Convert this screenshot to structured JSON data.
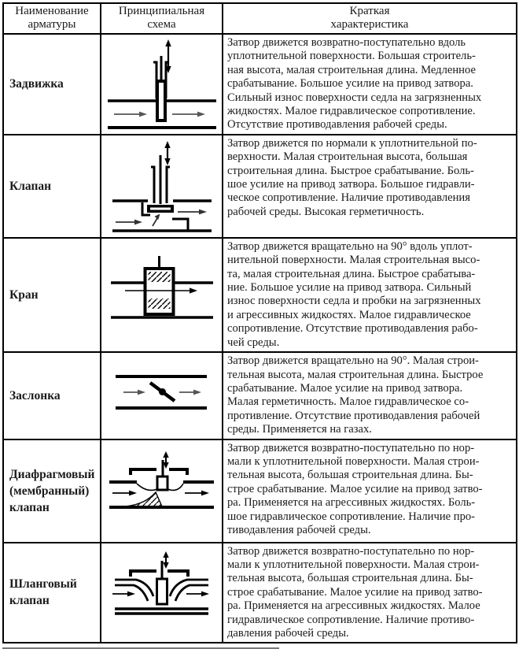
{
  "page": {
    "background": "#ffffff",
    "text_color": "#1a1a1a",
    "border_color": "#000000",
    "flow_arrow_color": "#555555"
  },
  "table": {
    "header": {
      "name_col": "Наименование\nарматуры",
      "schema_col": "Принципиальная\nсхема",
      "char_col": "Краткая\nхарактеристика"
    },
    "rows": [
      {
        "name": "Задвижка",
        "schematic": "gate",
        "schematic_name": "gate-valve-schematic",
        "description": "Затвор движется возвратно-поступательно вдоль\nуплотнительной поверхности. Большая строитель-\nная высота, малая строительная длина. Медленное\nсрабатывание. Большое усилие на привод затвора.\nСильный износ поверхности седла на загрязненных\nжидкостях. Малое гидравлическое сопротивление.\nОтсутствие противодавления рабочей среды."
      },
      {
        "name": "Клапан",
        "schematic": "globe",
        "schematic_name": "globe-valve-schematic",
        "description": "Затвор движется по нормали к уплотнительной по-\nверхности. Малая строительная высота, большая\nстроительная длина. Быстрое срабатывание. Боль-\nшое усилие на привод затвора. Большое гидравли-\nческое сопротивление. Наличие противодавления\nрабочей среды. Высокая герметичность."
      },
      {
        "name": "Кран",
        "schematic": "plug",
        "schematic_name": "plug-valve-schematic",
        "description": "Затвор движется вращательно на 90° вдоль уплот-\nнительной поверхности. Малая строительная высо-\nта, малая строительная длина. Быстрое срабатыва-\nние. Большое усилие на привод затвора. Сильный\nизнос поверхности седла и пробки на загрязненных\nи агрессивных жидкостях. Малое гидравлическое\nсопротивление. Отсутствие противодавления рабо-\nчей среды."
      },
      {
        "name": "Заслонка",
        "schematic": "butterfly",
        "schematic_name": "butterfly-damper-schematic",
        "description": "Затвор движется вращательно на 90°. Малая строи-\nтельная высота, малая строительная длина. Быстрое\nсрабатывание. Малое усилие на привод затвора.\nМалая герметичность. Малое гидравлическое со-\nпротивление. Отсутствие противодавления рабочей\nсреды. Применяется на газах."
      },
      {
        "name": "Диафрагмовый\n(мембранный)\nклапан",
        "schematic": "diaphragm",
        "schematic_name": "diaphragm-valve-schematic",
        "description": "Затвор движется возвратно-поступательно по нор-\nмали к уплотнительной поверхности. Малая строи-\nтельная высота, большая строительная длина. Бы-\nстрое срабатывание. Малое усилие на привод затво-\nра. Применяется на агрессивных жидкостях. Боль-\nшое гидравлическое сопротивление. Наличие про-\nтиводавления рабочей среды."
      },
      {
        "name": "Шланговый\nклапан",
        "schematic": "pinch",
        "schematic_name": "pinch-valve-schematic",
        "description": "Затвор движется возвратно-поступательно по нор-\nмали к уплотнительной поверхности. Малая строи-\nтельная высота, большая строительная длина. Бы-\nстрое срабатывание. Малое усилие на привод затво-\nра. Применяется на агрессивных жидкостях. Малое\nгидравлическое сопротивление. Наличие противо-\nдавления рабочей среды."
      }
    ]
  }
}
